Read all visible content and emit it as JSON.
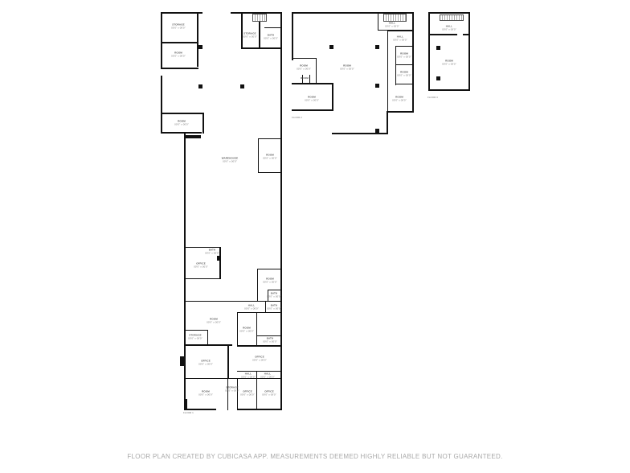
{
  "footer": {
    "text": "FLOOR PLAN CREATED BY CUBICASA APP. MEASUREMENTS DEEMED HIGHLY RELIABLE BUT NOT GUARANTEED."
  },
  "floors": [
    {
      "label": "FLOOR 1",
      "rooms": [
        {
          "name": "STORAGE",
          "dims": "00'0\" x 00'0\""
        },
        {
          "name": "ROOM",
          "dims": "00'0\" x 00'0\""
        },
        {
          "name": "STORAGE",
          "dims": "00'0\" x 00'0\""
        },
        {
          "name": "BATH",
          "dims": "00'0\" x 00'0\""
        },
        {
          "name": "ROOM",
          "dims": "00'0\" x 00'0\""
        },
        {
          "name": "WAREHOUSE",
          "dims": "00'0\" x 00'0\""
        },
        {
          "name": "ROOM",
          "dims": "00'0\" x 00'0\""
        },
        {
          "name": "OFFICE",
          "dims": "00'0\" x 00'0\""
        },
        {
          "name": "BATH",
          "dims": "00'0\" x 00'0\""
        },
        {
          "name": "ROOM",
          "dims": "00'0\" x 00'0\""
        },
        {
          "name": "BATH",
          "dims": "00'0\" x 00'0\""
        },
        {
          "name": "HALL",
          "dims": "00'0\" x 00'0\""
        },
        {
          "name": "BATH",
          "dims": "00'0\" x 00'0\""
        },
        {
          "name": "ROOM",
          "dims": "00'0\" x 00'0\""
        },
        {
          "name": "ROOM",
          "dims": "00'0\" x 00'0\""
        },
        {
          "name": "STORAGE",
          "dims": "00'0\" x 00'0\""
        },
        {
          "name": "BATH",
          "dims": "00'0\" x 00'0\""
        },
        {
          "name": "OFFICE",
          "dims": "00'0\" x 00'0\""
        },
        {
          "name": "OFFICE",
          "dims": "00'0\" x 00'0\""
        },
        {
          "name": "HALL",
          "dims": "00'0\" x 00'0\""
        },
        {
          "name": "HALL",
          "dims": "00'0\" x 00'0\""
        },
        {
          "name": "ROOM",
          "dims": "00'0\" x 00'0\""
        },
        {
          "name": "STORAGE",
          "dims": "00'0\" x 00'0\""
        },
        {
          "name": "OFFICE",
          "dims": "00'0\" x 00'0\""
        },
        {
          "name": "OFFICE",
          "dims": "00'0\" x 00'0\""
        }
      ]
    },
    {
      "label": "FLOOR 2",
      "rooms": [
        {
          "name": "HALL",
          "dims": "00'0\" x 00'0\""
        },
        {
          "name": "HALL",
          "dims": "00'0\" x 00'0\""
        },
        {
          "name": "ROOM",
          "dims": "00'0\" x 00'0\""
        },
        {
          "name": "ROOM",
          "dims": "00'0\" x 00'0\""
        },
        {
          "name": "ROOM",
          "dims": "00'0\" x 00'0\""
        },
        {
          "name": "ROOM",
          "dims": "00'0\" x 00'0\""
        },
        {
          "name": "ROOM",
          "dims": "00'0\" x 00'0\""
        },
        {
          "name": "ROOM",
          "dims": "00'0\" x 00'0\""
        },
        {
          "name": "ROOM",
          "dims": "00'0\" x 00'0\""
        }
      ]
    },
    {
      "label": "FLOOR 3",
      "rooms": [
        {
          "name": "HALL",
          "dims": "00'0\" x 00'0\""
        },
        {
          "name": "ROOM",
          "dims": "00'0\" x 00'0\""
        }
      ]
    }
  ]
}
